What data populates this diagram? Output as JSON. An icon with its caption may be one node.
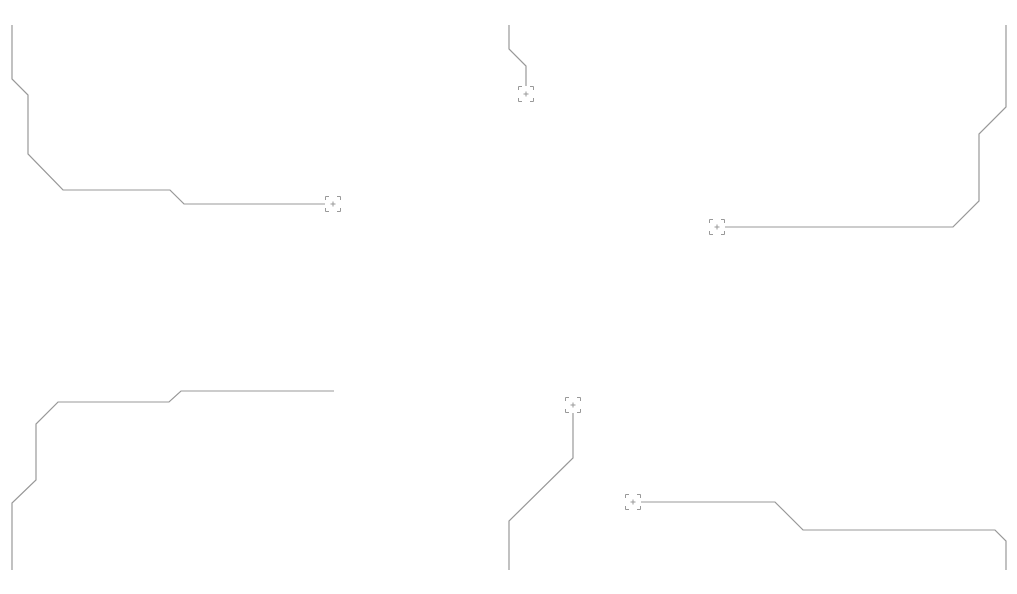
{
  "diagram": {
    "nodes": [
      {
        "text": [],
        "shape": "crosshair"
      },
      {
        "text": [],
        "shape": "crosshair"
      },
      {
        "text": [],
        "shape": "crosshair"
      },
      {
        "text": [],
        "shape": "crosshair"
      },
      {
        "text": [],
        "shape": "crosshair"
      }
    ],
    "edges": [
      {
        "from": null,
        "to": 1,
        "arrow": "none"
      },
      {
        "from": null,
        "to": 0,
        "arrow": "none"
      },
      {
        "from": null,
        "to": 2,
        "arrow": "none"
      },
      {
        "from": null,
        "to": 3,
        "arrow": "none"
      },
      {
        "from": null,
        "to": 4,
        "arrow": "none"
      }
    ]
  }
}
